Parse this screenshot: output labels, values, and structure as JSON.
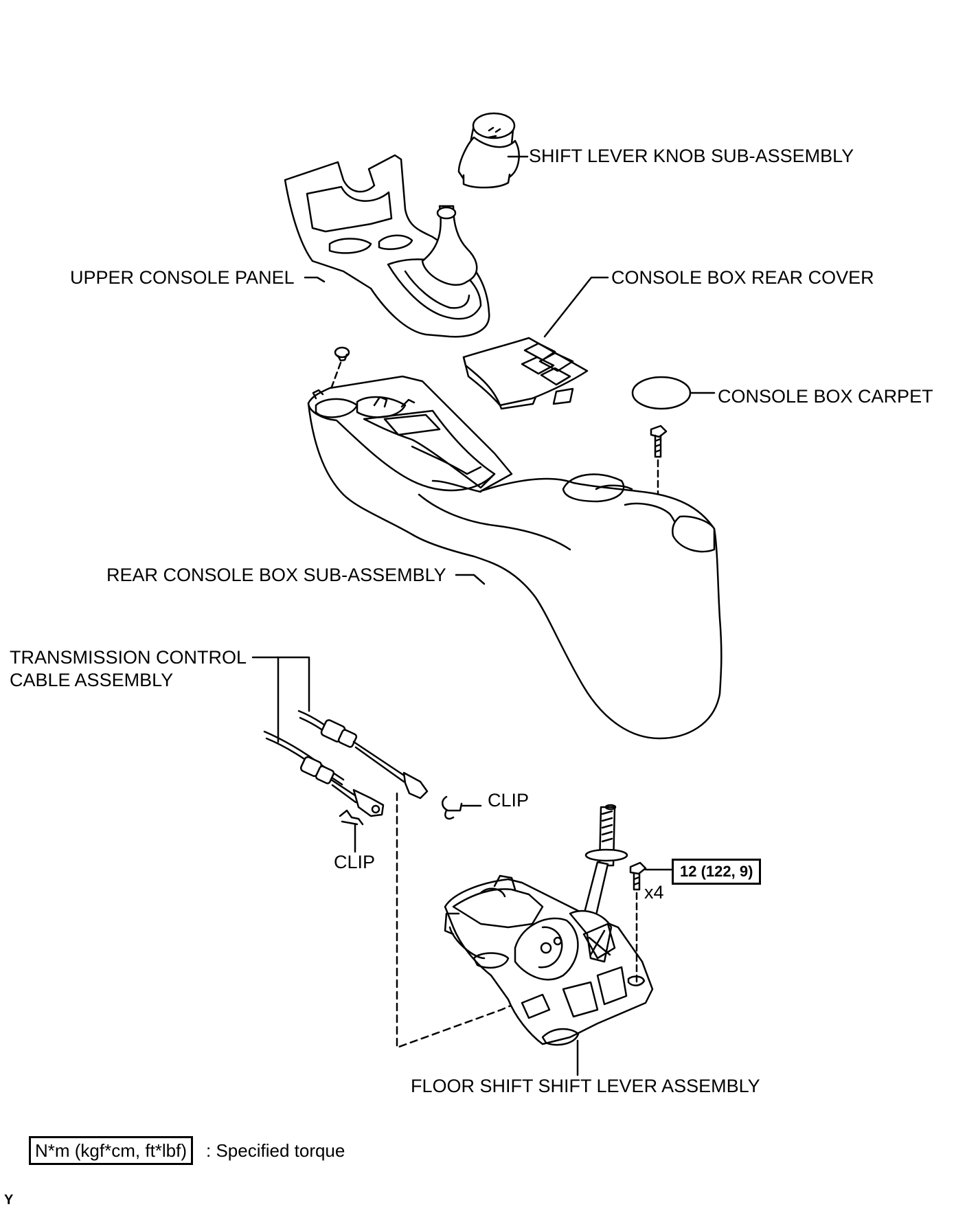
{
  "labels": {
    "shift_knob": "SHIFT LEVER KNOB SUB-ASSEMBLY",
    "upper_console_panel": "UPPER CONSOLE PANEL",
    "console_box_rear_cover": "CONSOLE BOX REAR COVER",
    "console_box_carpet": "CONSOLE BOX CARPET",
    "rear_console_box": "REAR CONSOLE BOX SUB-ASSEMBLY",
    "transmission_cable_line1": "TRANSMISSION CONTROL",
    "transmission_cable_line2": "CABLE ASSEMBLY",
    "clip_right": "CLIP",
    "clip_lower": "CLIP",
    "floor_shift_lever": "FLOOR SHIFT SHIFT LEVER ASSEMBLY"
  },
  "torque": {
    "value": "12 (122, 9)",
    "quantity": "x4"
  },
  "legend": {
    "unit_box": "N*m (kgf*cm, ft*lbf)",
    "description": ": Specified torque"
  },
  "corner_code": "Y"
}
